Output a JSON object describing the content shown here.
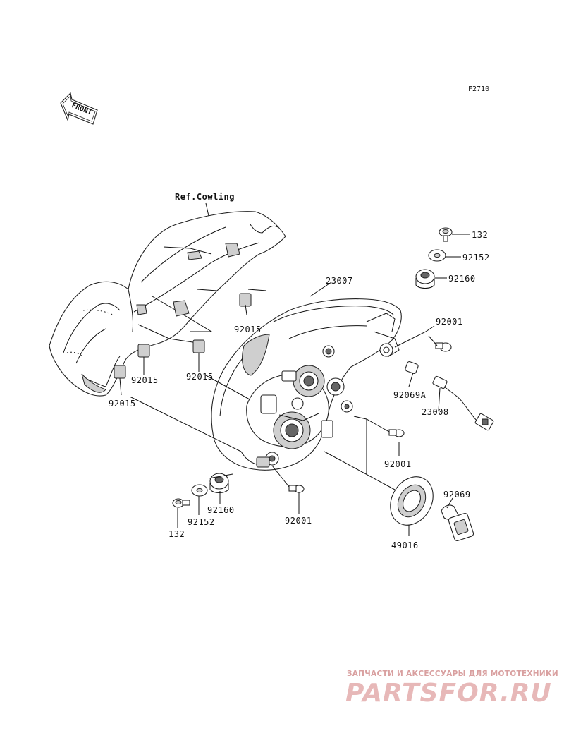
{
  "diagram": {
    "figure_code": "F2710",
    "direction_label": "FRONT",
    "ref_label": "Ref.Cowling",
    "callouts": [
      {
        "id": "c-132-top",
        "label": "132"
      },
      {
        "id": "c-92152-top",
        "label": "92152"
      },
      {
        "id": "c-92160-top",
        "label": "92160"
      },
      {
        "id": "c-23007",
        "label": "23007"
      },
      {
        "id": "c-92001-right",
        "label": "92001"
      },
      {
        "id": "c-92015-a",
        "label": "92015"
      },
      {
        "id": "c-92015-b",
        "label": "92015"
      },
      {
        "id": "c-92015-c",
        "label": "92015"
      },
      {
        "id": "c-92015-d",
        "label": "92015"
      },
      {
        "id": "c-92069A",
        "label": "92069A"
      },
      {
        "id": "c-23008",
        "label": "23008"
      },
      {
        "id": "c-92001-mid",
        "label": "92001"
      },
      {
        "id": "c-92069",
        "label": "92069"
      },
      {
        "id": "c-92160-bottom",
        "label": "92160"
      },
      {
        "id": "c-92152-bottom",
        "label": "92152"
      },
      {
        "id": "c-132-bottom",
        "label": "132"
      },
      {
        "id": "c-92001-bottom",
        "label": "92001"
      },
      {
        "id": "c-49016",
        "label": "49016"
      }
    ]
  },
  "watermark": {
    "tagline": "ЗАПЧАСТИ И АКСЕССУАРЫ ДЛЯ МОТОТЕХНИКИ",
    "brand": "PARTSFOR.RU"
  }
}
